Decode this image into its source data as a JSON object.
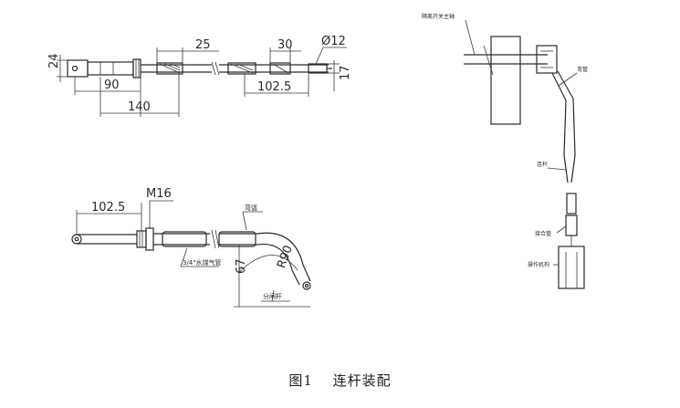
{
  "caption": {
    "figure_no": "图1",
    "title": "连杆装配"
  },
  "top_dims": {
    "d24": "24",
    "d90": "90",
    "d140": "140",
    "d25": "25",
    "d30": "30",
    "d12": "Ø12",
    "d102_5": "102.5",
    "d17": "17"
  },
  "bottom_dims": {
    "d102_5": "102.5",
    "m16": "M16",
    "d67": "67",
    "r90": "R90",
    "pipe_label": "3/4\"水煤气管",
    "bend_label": "弯弧",
    "link_label": "分闸杆"
  },
  "right_labels": {
    "shaft": "隔离开关主轴",
    "bent_tube": "弯管",
    "rod": "连杆",
    "joint": "接合管",
    "mechanism": "操作机构"
  }
}
